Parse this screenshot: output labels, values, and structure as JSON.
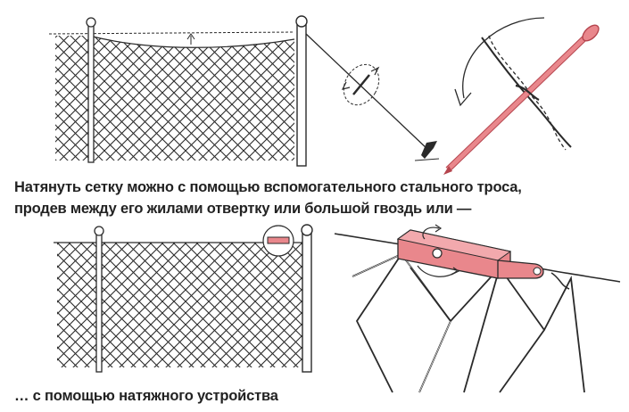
{
  "captions": {
    "line1": "Натянуть сетку можно с помощью вспомогательного стального троса,",
    "line2": "продев между его жилами отвертку или большой гвоздь или —",
    "line3": "… с помощью натяжного устройства"
  },
  "colors": {
    "ink": "#2a2a2a",
    "accent_fill": "#e9878c",
    "accent_dark": "#b5454e",
    "paper": "#ffffff"
  }
}
